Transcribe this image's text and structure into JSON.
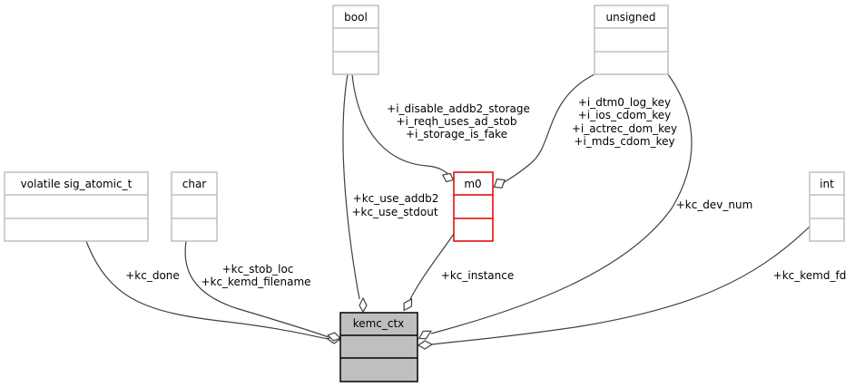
{
  "diagram": {
    "main_class": {
      "name": "kemc_ctx"
    },
    "classes": [
      {
        "id": "bool",
        "name": "bool"
      },
      {
        "id": "unsigned",
        "name": "unsigned"
      },
      {
        "id": "m0",
        "name": "m0"
      },
      {
        "id": "volatile_sig_atomic_t",
        "name": "volatile sig_atomic_t"
      },
      {
        "id": "char",
        "name": "char"
      },
      {
        "id": "int",
        "name": "int"
      }
    ],
    "edges": {
      "bool_to_m0": [
        "+i_disable_addb2_storage",
        "+i_reqh_uses_ad_stob",
        "+i_storage_is_fake"
      ],
      "unsigned_to_m0": [
        "+i_dtm0_log_key",
        "+i_ios_cdom_key",
        "+i_actrec_dom_key",
        "+i_mds_cdom_key"
      ],
      "bool_to_kemc": [
        "+kc_use_addb2",
        "+kc_use_stdout"
      ],
      "m0_to_kemc": [
        "+kc_instance"
      ],
      "unsigned_to_kemc": [
        "+kc_dev_num"
      ],
      "sig_to_kemc": [
        "+kc_done"
      ],
      "char_to_kemc": [
        "+kc_stob_loc",
        "+kc_kemd_filename"
      ],
      "int_to_kemc": [
        "+kc_kemd_fd"
      ]
    }
  }
}
